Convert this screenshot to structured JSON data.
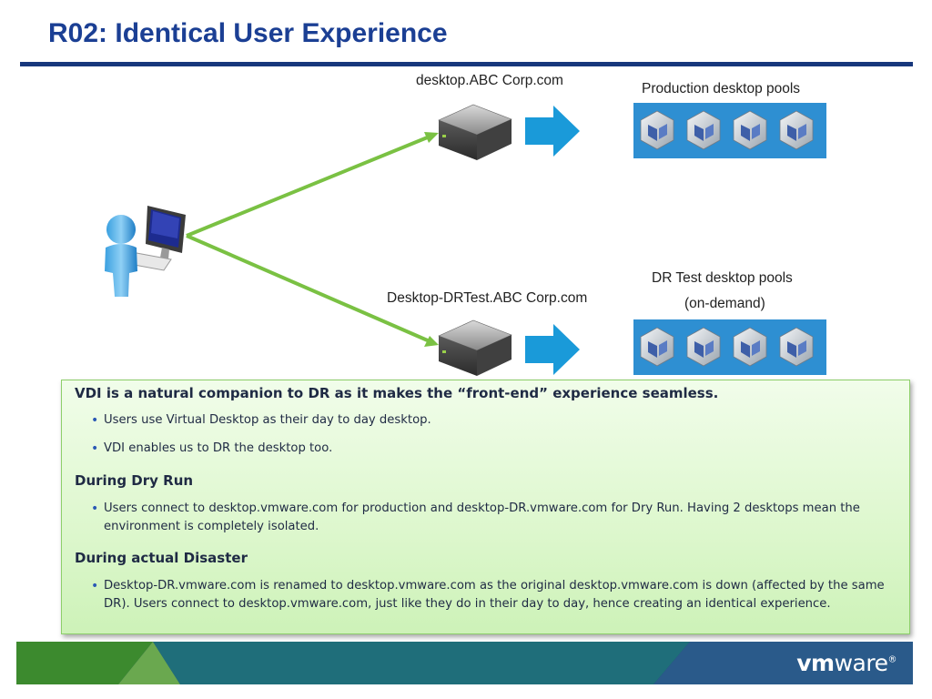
{
  "slide": {
    "title": "R02: Identical User Experience"
  },
  "diagram": {
    "top_server_label": "desktop.ABC Corp.com",
    "bottom_server_label": "Desktop-DRTest.ABC Corp.com",
    "production_pools_label": "Production desktop pools",
    "dr_pools_label_line1": "DR Test desktop pools",
    "dr_pools_label_line2": "(on-demand)",
    "icons": [
      "user-at-computer-icon",
      "server-icon",
      "arrow-right-icon",
      "virtual-desktop-icon"
    ],
    "colors": {
      "connector": "#7ac143",
      "arrow": "#1a9ad9",
      "pool_background": "#2e8fd2"
    }
  },
  "panel": {
    "heading": "VDI is a natural companion to DR as it makes the “front-end” experience seamless.",
    "bullets_intro": [
      "Users use Virtual Desktop as their day to day desktop.",
      "VDI enables us to DR the desktop too."
    ],
    "dry_run_heading": "During Dry Run",
    "dry_run_bullets": [
      "Users connect to desktop.vmware.com for production and desktop-DR.vmware.com for Dry Run. Having 2 desktops mean the environment is completely isolated."
    ],
    "disaster_heading": "During actual Disaster",
    "disaster_bullets": [
      "Desktop-DR.vmware.com is renamed to desktop.vmware.com as the original desktop.vmware.com is down (affected by the same DR). Users connect to desktop.vmware.com, just like they do in their day to day, hence creating an identical experience."
    ]
  },
  "footer": {
    "logo_text": "vmware",
    "colors": [
      "#3c8a2e",
      "#6aa84f",
      "#1f6e7a",
      "#2a5a8a",
      "#243e78"
    ]
  }
}
